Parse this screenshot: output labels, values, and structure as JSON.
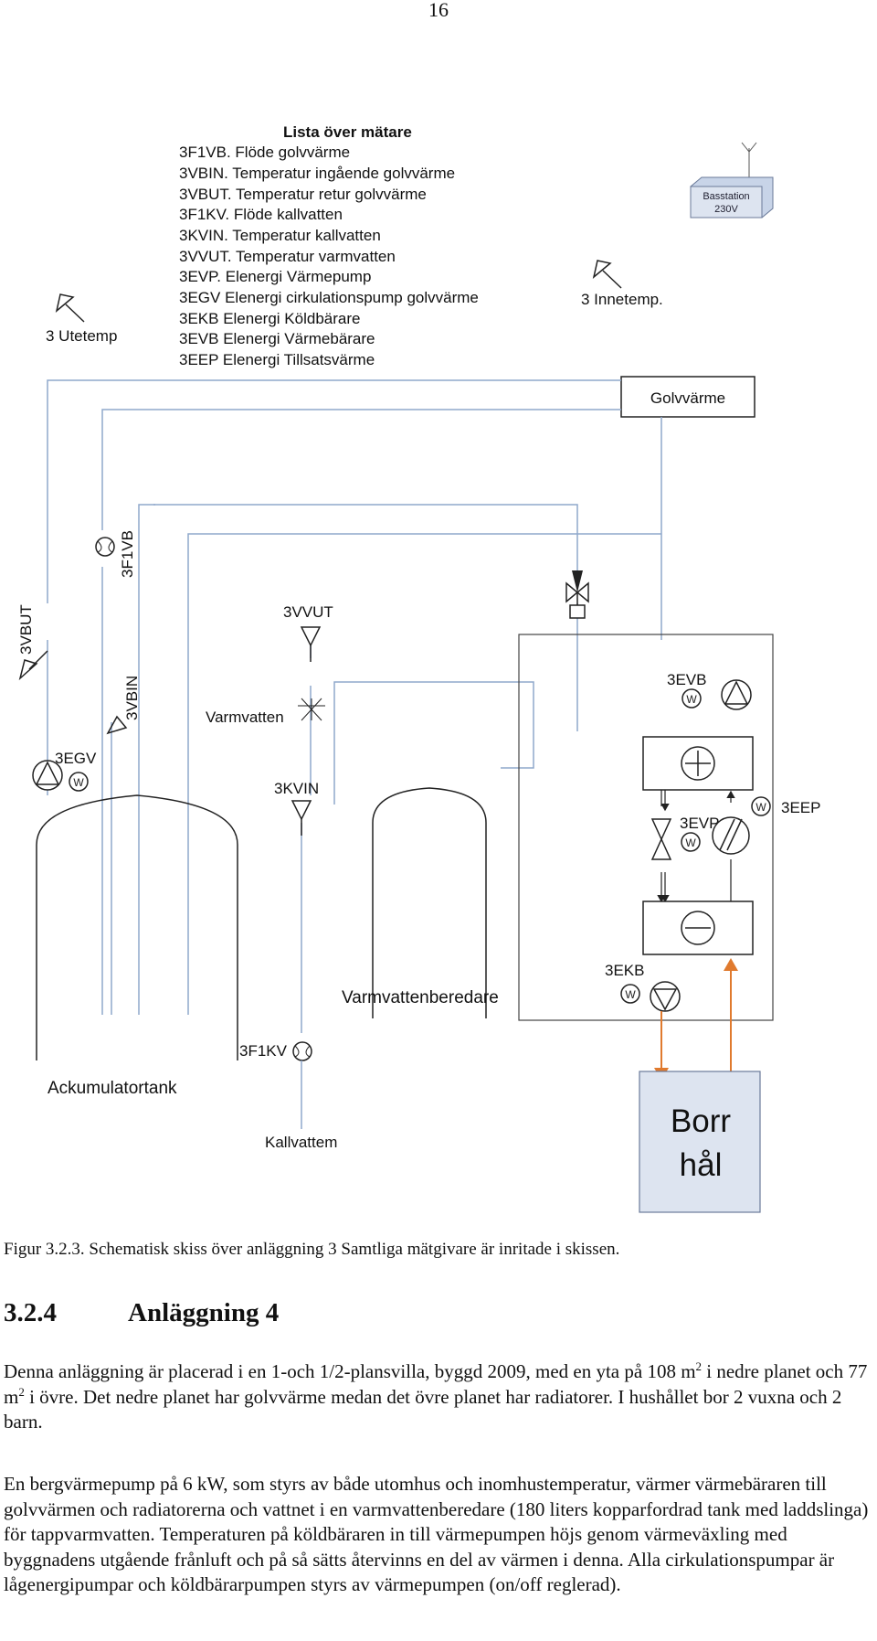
{
  "page": {
    "number": "16"
  },
  "meter_list": {
    "title": "Lista över mätare",
    "items": [
      "3F1VB. Flöde golvvärme",
      "3VBIN. Temperatur ingående golvvärme",
      "3VBUT. Temperatur retur golvvärme",
      "3F1KV. Flöde kallvatten",
      "3KVIN. Temperatur kallvatten",
      "3VVUT. Temperatur varmvatten",
      "3EVP. Elenergi Värmepump",
      "3EGV Elenergi cirkulationspump golvvärme",
      "3EKB Elenergi Köldbärare",
      "3EVB Elenergi Värmebärare",
      "3EEP Elenergi Tillsatsvärme"
    ]
  },
  "diagram": {
    "base_station": [
      "Basstation",
      "230V"
    ],
    "outdoor_temp": "3 Utetemp",
    "indoor_temp": "3 Innetemp.",
    "floor_heating": "Golvvärme",
    "f1vb": "3F1VB",
    "vbut": "3VBUT",
    "vbin": "3VBIN",
    "vvut": "3VVUT",
    "hot_water": "Varmvatten",
    "egv": "3EGV",
    "kvin": "3KVIN",
    "evb": "3EVB",
    "evp": "3EVP",
    "eep": "3EEP",
    "ekb": "3EKB",
    "water_heater": "Varmvattenberedare",
    "f1kv": "3F1KV",
    "accumulator": "Ackumulatortank",
    "cold_water": "Kallvattem",
    "borehole": [
      "Borr",
      "hål"
    ],
    "w": "W",
    "colors": {
      "line": "#8fa8cc",
      "outline": "#1a1a1a",
      "borehole_fill": "#dde4f0",
      "arrow": "#e07a2e",
      "basstation_fill": "#dde4f0"
    }
  },
  "caption": "Figur 3.2.3. Schematisk skiss över anläggning 3 Samtliga mätgivare är inritade i skissen.",
  "section": {
    "number": "3.2.4",
    "title": "Anläggning 4"
  },
  "para1": {
    "a": "Denna anläggning är placerad i en 1-och 1/2-plansvilla, byggd 2009, med en yta på 108 m",
    "sup1": "2",
    "b": " i nedre planet och 77 m",
    "sup2": "2",
    "c": " i övre. Det nedre planet har golvvärme medan det övre planet har radiatorer. I hushållet bor 2 vuxna och 2 barn."
  },
  "para2": "En bergvärmepump på 6 kW, som styrs av både utomhus och inomhustemperatur, värmer värmebäraren till golvvärmen och radiatorerna och vattnet i en varmvattenberedare (180 liters kopparfordrad tank med laddslinga) för tappvarmvatten. Temperaturen på köldbäraren in till värmepumpen höjs genom värmeväxling med byggnadens utgående frånluft och på så sätts återvinns en del av värmen i denna. Alla cirkulationspumpar är lågenergipumpar och köldbärarpumpen styrs av värmepumpen (on/off reglerad)."
}
